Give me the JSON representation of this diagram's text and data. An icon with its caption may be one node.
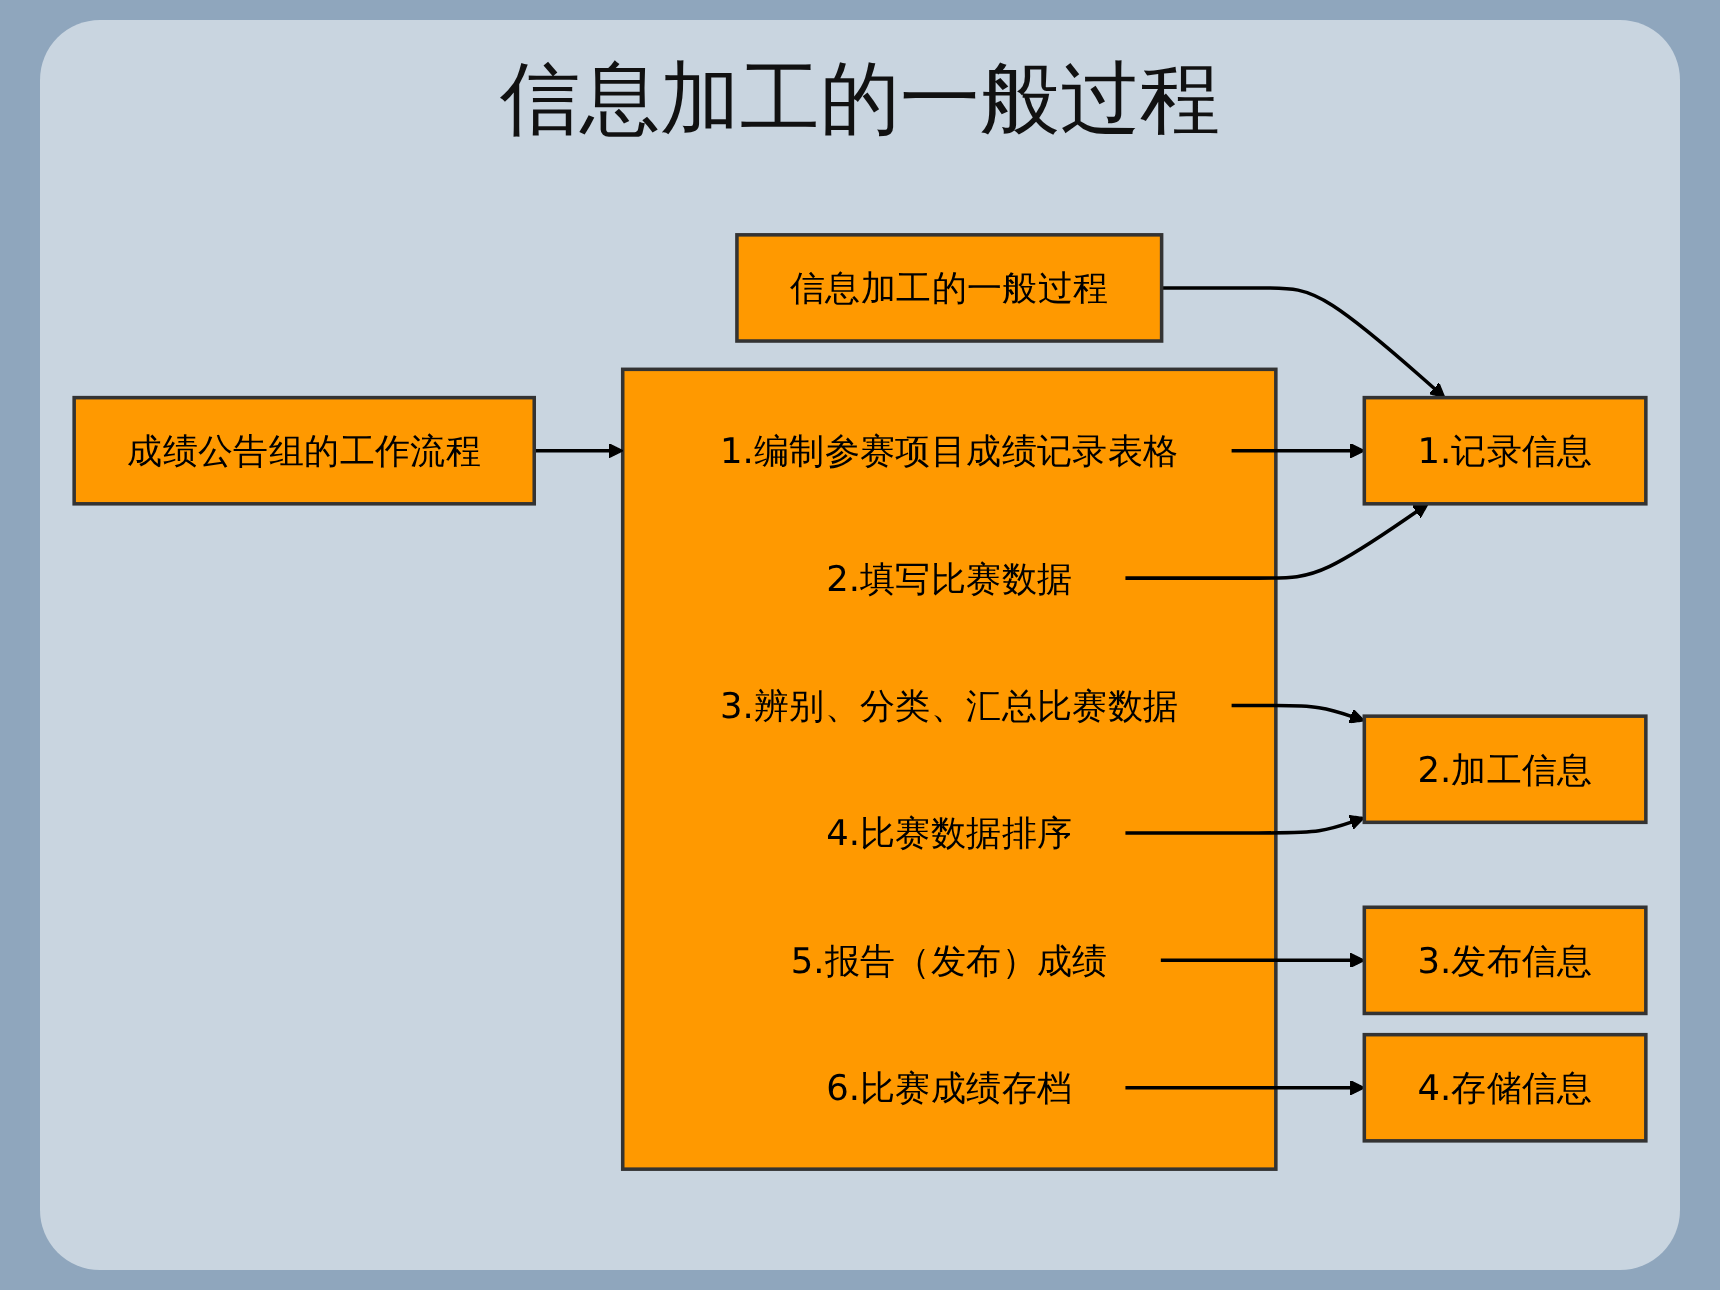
{
  "diagram": {
    "title": "信息加工的一般过程",
    "nodes": [
      {
        "text": [
          "成绩公告组的工作流程"
        ]
      },
      {
        "text": [
          "信息加工的一般过程"
        ]
      },
      {
        "text": [],
        "shape": "box"
      },
      {
        "text": [
          "1.编制参赛项目成绩记录表格"
        ],
        "in": 2
      },
      {
        "text": [
          "2.填写比赛数据"
        ],
        "in": 2
      },
      {
        "text": [
          "3.辨别、分类、汇总比赛数据"
        ],
        "in": 2
      },
      {
        "text": [
          "4.比赛数据排序"
        ],
        "in": 2
      },
      {
        "text": [
          "5.报告（发布）成绩"
        ],
        "in": 2
      },
      {
        "text": [
          "6.比赛成绩存档"
        ],
        "in": 2
      },
      {
        "text": [
          "1.记录信息"
        ]
      },
      {
        "text": [
          "2.加工信息"
        ]
      },
      {
        "text": [
          "3.发布信息"
        ]
      },
      {
        "text": [
          "4.存储信息"
        ]
      }
    ],
    "edges": [
      {
        "from": 0,
        "to": 2,
        "arrow": "to"
      },
      {
        "from": 1,
        "to": 9,
        "arrow": "to"
      },
      {
        "from": 3,
        "to": 9,
        "arrow": "to"
      },
      {
        "from": 4,
        "to": 9,
        "arrow": "to"
      },
      {
        "from": 5,
        "to": 10,
        "arrow": "to"
      },
      {
        "from": 6,
        "to": 10,
        "arrow": "to"
      },
      {
        "from": 7,
        "to": 11,
        "arrow": "to"
      },
      {
        "from": 8,
        "to": 12,
        "arrow": "to"
      }
    ]
  }
}
